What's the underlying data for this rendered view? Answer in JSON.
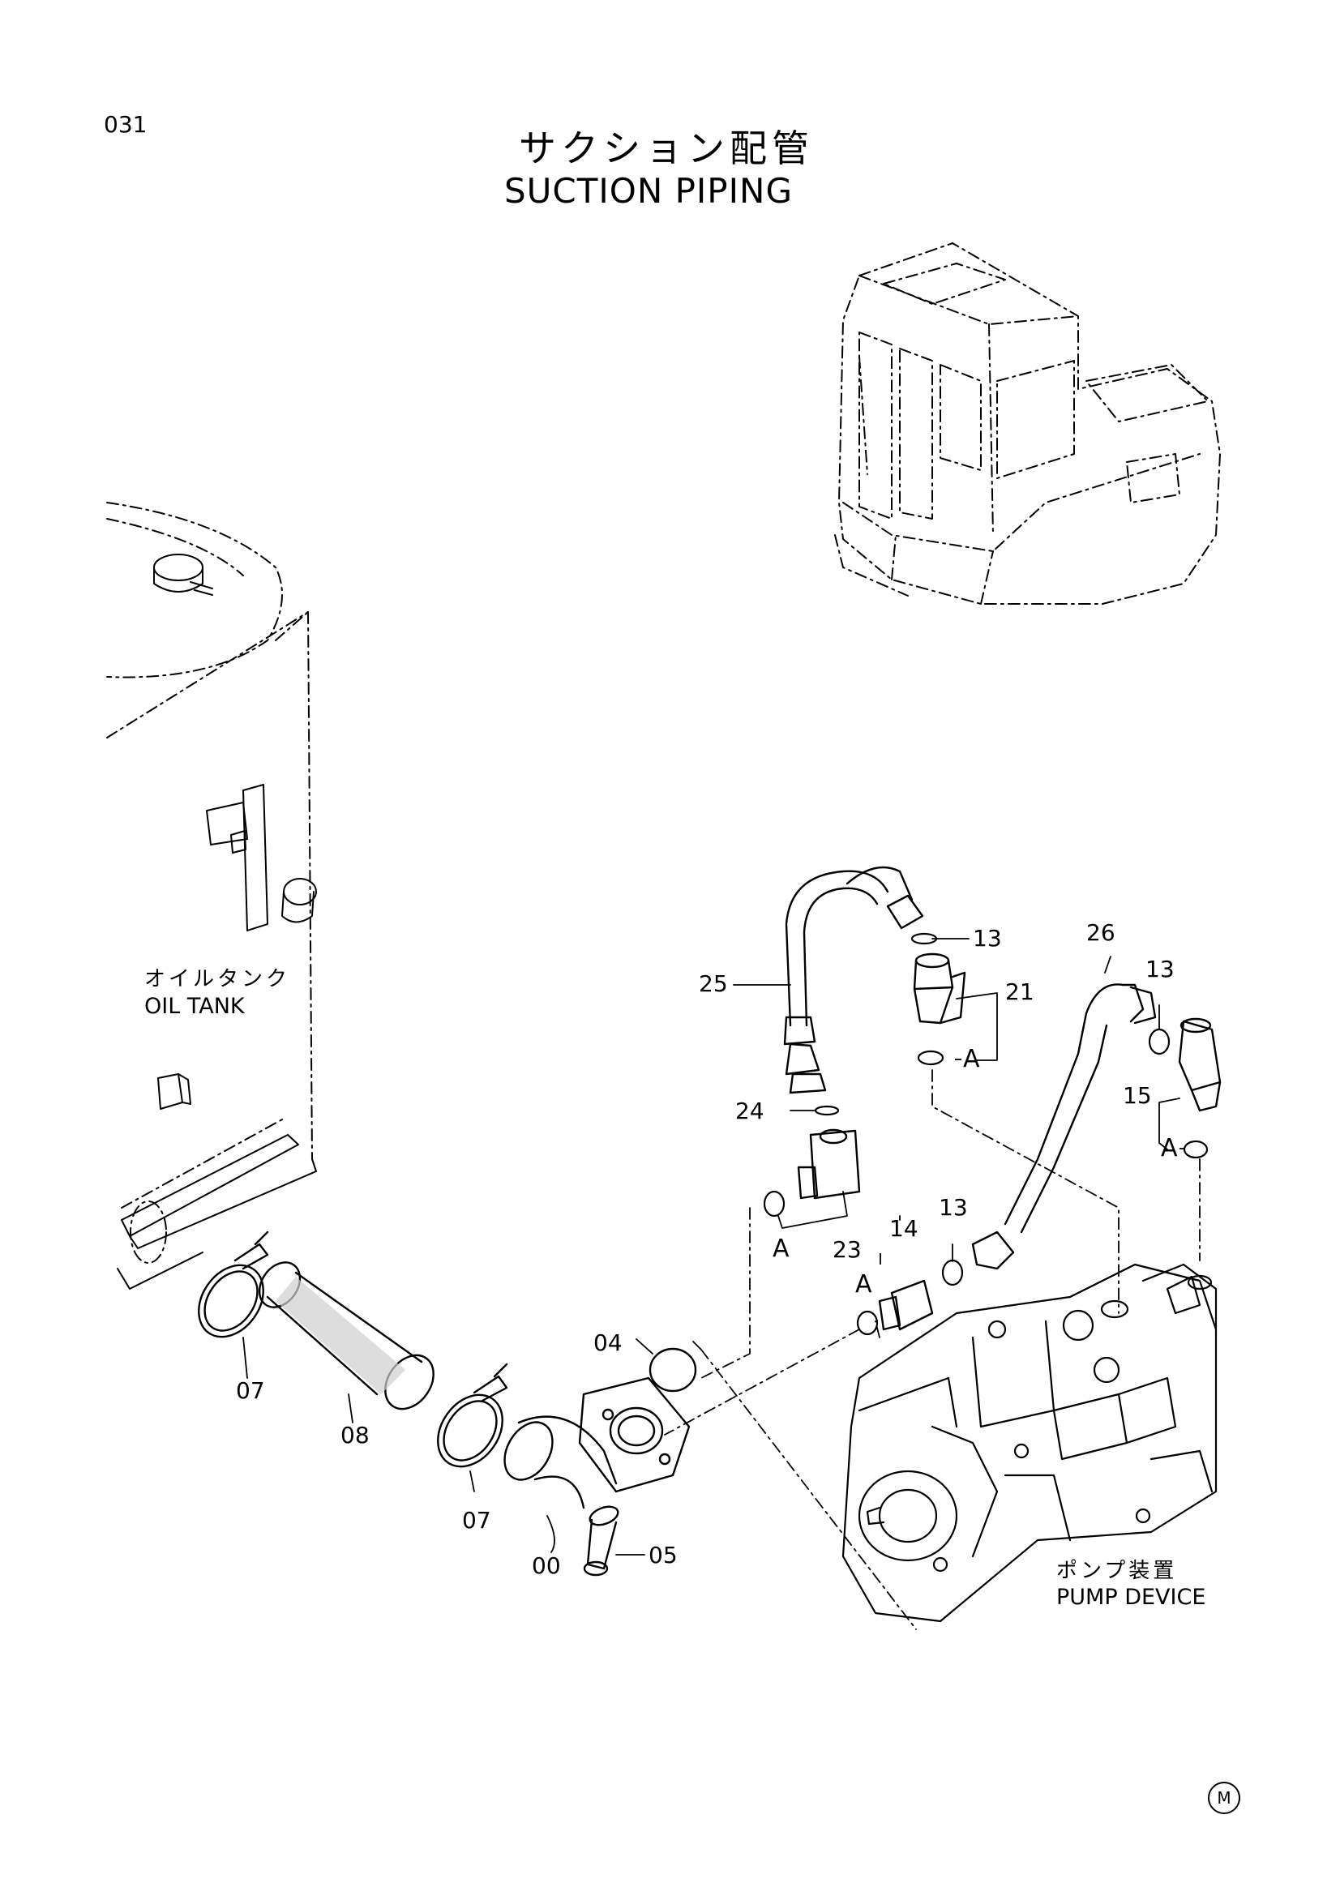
{
  "page_number": "031",
  "title": {
    "japanese": "サクション配管",
    "english": "SUCTION PIPING"
  },
  "labels": {
    "oil_tank_jp": "オイルタンク",
    "oil_tank_en": "OIL TANK",
    "pump_device_jp": "ポンプ装置",
    "pump_device_en": "PUMP DEVICE"
  },
  "callouts": {
    "c00": "00",
    "c04": "04",
    "c05": "05",
    "c07a": "07",
    "c07b": "07",
    "c08": "08",
    "c13a": "13",
    "c13b": "13",
    "c13c": "13",
    "c14": "14",
    "c15": "15",
    "c21": "21",
    "c23": "23",
    "c24": "24",
    "c25": "25",
    "c26": "26",
    "refA1": "A",
    "refA2": "A",
    "refA3": "A",
    "refA4": "A"
  },
  "footer_mark": "M"
}
